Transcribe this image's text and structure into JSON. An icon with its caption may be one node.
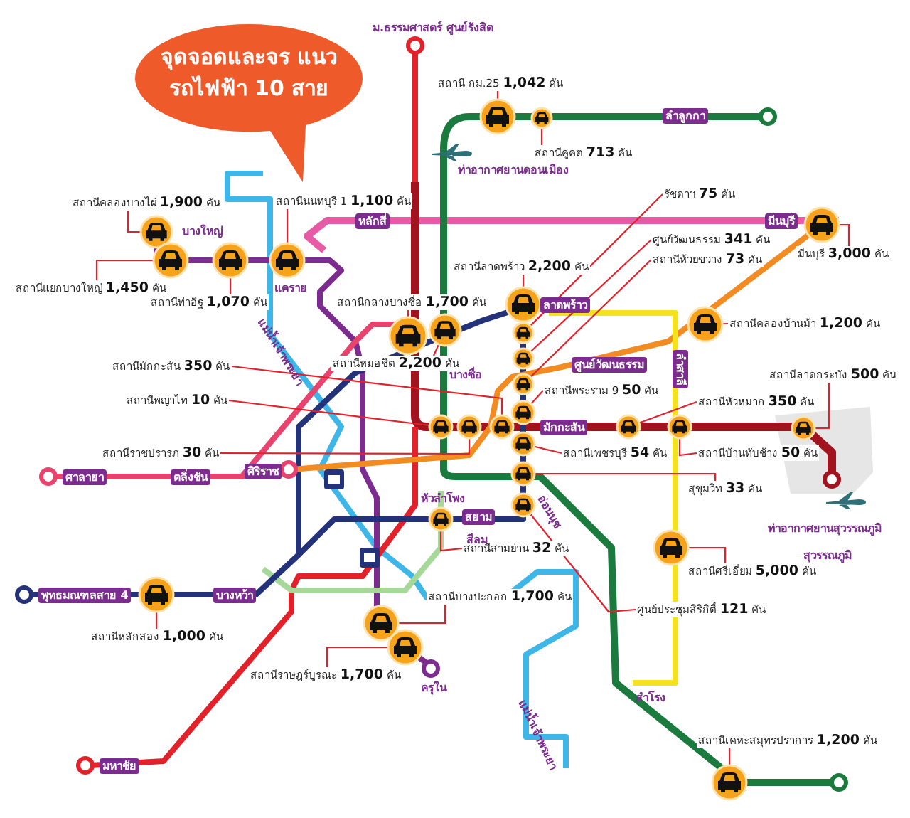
{
  "diagram": {
    "title": "จุดจอดและจร แนวรถไฟฟ้า 10 สาย",
    "nodes": [
      {
        "text": [
          "สถานีคลองบางไผ่ **1,900** คัน"
        ]
      },
      {
        "text": [],
        "shape": "picture"
      },
      {
        "text": [
          "สถานีแยกบางใหญ่ **1,450** คัน"
        ]
      },
      {
        "text": [],
        "shape": "picture"
      },
      {
        "text": [
          "สถานีท่าอิฐ **1,070** คัน"
        ]
      },
      {
        "text": [],
        "shape": "picture"
      },
      {
        "text": [
          "สถานีนนทบุรี 1 **1,100** คัน"
        ]
      },
      {
        "text": [],
        "shape": "picture"
      },
      {
        "text": [
          "สถานี กม.25 **1,042** คัน"
        ]
      },
      {
        "text": [],
        "shape": "picture"
      },
      {
        "text": [
          "สถานีคูคต **713** คัน"
        ]
      },
      {
        "text": [],
        "shape": "picture"
      },
      {
        "text": [
          "รัชดาฯ **75** คัน"
        ]
      },
      {
        "text": [],
        "shape": "picture"
      },
      {
        "text": [
          "ศูนย์วัฒนธรรม **341** คัน"
        ]
      },
      {
        "text": [],
        "shape": "picture"
      },
      {
        "text": [
          "สถานีห้วยขวาง **73** คัน"
        ]
      },
      {
        "text": [],
        "shape": "picture"
      },
      {
        "text": [
          "สถานีลาดพร้าว **2,200** คัน"
        ]
      },
      {
        "text": [],
        "shape": "picture"
      },
      {
        "text": [
          "มีนบุรี **3,000** คัน"
        ]
      },
      {
        "text": [],
        "shape": "picture"
      },
      {
        "text": [
          "สถานีกลางบางซื่อ **1,700** คัน"
        ]
      },
      {
        "text": [],
        "shape": "picture"
      },
      {
        "text": [
          "สถานีหมอชิต **2,200** คัน"
        ]
      },
      {
        "text": [],
        "shape": "picture"
      },
      {
        "text": [
          "สถานีคลองบ้านม้า **1,200** คัน"
        ]
      },
      {
        "text": [],
        "shape": "picture"
      },
      {
        "text": [
          "สถานีลาดกระบัง **500** คัน"
        ]
      },
      {
        "text": [],
        "shape": "picture"
      },
      {
        "text": [
          "สถานีหัวหมาก **350** คัน"
        ]
      },
      {
        "text": [],
        "shape": "picture"
      },
      {
        "text": [
          "สถานีพระราม 9 **50** คัน"
        ]
      },
      {
        "text": [],
        "shape": "picture"
      },
      {
        "text": [
          "สถานีบ้านทับช้าง **50** คัน"
        ]
      },
      {
        "text": [],
        "shape": "picture"
      },
      {
        "text": [
          "สถานีเพชรบุรี **54** คัน"
        ]
      },
      {
        "text": [],
        "shape": "picture"
      },
      {
        "text": [
          "สุขุมวิท **33** คัน"
        ]
      },
      {
        "text": [],
        "shape": "picture"
      },
      {
        "text": [
          "ศูนย์ประชุมสิริกิติ์ **121** คัน"
        ]
      },
      {
        "text": [],
        "shape": "picture"
      },
      {
        "text": [
          "สถานีสามย่าน **32** คัน"
        ]
      },
      {
        "text": [],
        "shape": "picture"
      },
      {
        "text": [
          "สถานีมักกะสัน **350** คัน"
        ]
      },
      {
        "text": [],
        "shape": "picture"
      },
      {
        "text": [
          "สถานีพญาไท **10** คัน"
        ]
      },
      {
        "text": [],
        "shape": "picture"
      },
      {
        "text": [
          "สถานีราชปรารภ **30** คัน"
        ]
      },
      {
        "text": [],
        "shape": "picture"
      },
      {
        "text": [
          "สถานีหลักสอง **1,000** คัน"
        ]
      },
      {
        "text": [],
        "shape": "picture"
      },
      {
        "text": [
          "สถานีบางปะกอก **1,700** คัน"
        ]
      },
      {
        "text": [],
        "shape": "picture"
      },
      {
        "text": [
          "สถานีราษฎร์บูรณะ **1,700** คัน"
        ]
      },
      {
        "text": [],
        "shape": "picture"
      },
      {
        "text": [
          "สถานีศรีเอี่ยม **5,000** คัน"
        ]
      },
      {
        "text": [],
        "shape": "picture"
      },
      {
        "text": [
          "สถานีเคหะสมุทรปราการ **1,200** คัน"
        ]
      },
      {
        "text": [],
        "shape": "picture"
      }
    ],
    "edges": [
      {
        "from": 0,
        "to": 1,
        "arrow": "none"
      },
      {
        "from": 2,
        "to": 3,
        "arrow": "none"
      },
      {
        "from": 4,
        "to": 5,
        "arrow": "none"
      },
      {
        "from": 6,
        "to": 7,
        "arrow": "none"
      },
      {
        "from": 8,
        "to": 9,
        "arrow": "none"
      },
      {
        "from": 10,
        "to": 11,
        "arrow": "none"
      },
      {
        "from": 12,
        "to": 13,
        "arrow": "none"
      },
      {
        "from": 14,
        "to": 15,
        "arrow": "none"
      },
      {
        "from": 16,
        "to": 17,
        "arrow": "none"
      },
      {
        "from": 18,
        "to": 19,
        "arrow": "none"
      },
      {
        "from": 20,
        "to": 21,
        "arrow": "none"
      },
      {
        "from": 22,
        "to": 23,
        "arrow": "none"
      },
      {
        "from": 24,
        "to": 25,
        "arrow": "none"
      },
      {
        "from": 26,
        "to": 27,
        "arrow": "none"
      },
      {
        "from": 28,
        "to": 29,
        "arrow": "none"
      },
      {
        "from": 30,
        "to": 31,
        "arrow": "none"
      },
      {
        "from": 32,
        "to": 33,
        "arrow": "none"
      },
      {
        "from": 34,
        "to": 35,
        "arrow": "none"
      },
      {
        "from": 36,
        "to": 37,
        "arrow": "none"
      },
      {
        "from": 38,
        "to": 39,
        "arrow": "none"
      },
      {
        "from": 40,
        "to": 41,
        "arrow": "none"
      },
      {
        "from": 42,
        "to": 43,
        "arrow": "none"
      },
      {
        "from": 44,
        "to": 45,
        "arrow": "none"
      },
      {
        "from": 46,
        "to": 47,
        "arrow": "none"
      },
      {
        "from": 48,
        "to": 49,
        "arrow": "none"
      },
      {
        "from": 50,
        "to": 51,
        "arrow": "none"
      },
      {
        "from": 52,
        "to": 53,
        "arrow": "none"
      },
      {
        "from": 54,
        "to": 55,
        "arrow": "none"
      },
      {
        "from": 56,
        "to": 57,
        "arrow": "none"
      },
      {
        "from": 58,
        "to": 59,
        "arrow": "none"
      }
    ],
    "labels": [
      "ม.ธรรมศาสตร์ ศูนย์รังสิต",
      "ลำลูกกา",
      "ท่าอากาศยานดอนเมือง",
      "หลักสี่",
      "มีนบุรี",
      "บางใหญ่",
      "แคราย",
      "แม่น้ำเจ้าพระยา",
      "ลาดพร้าว",
      "บางซื่อ",
      "ศูนย์วัฒนธรรม",
      "ลำสาลี",
      "ศาลายา",
      "ตลิ่งชัน",
      "มักกะสัน",
      "ศิริราช",
      "หัวลำโพง",
      "สยาม",
      "อ่อนนุช",
      "ท่าอากาศยานสุวรรณภูมิ",
      "สุวรรณภูมิ",
      "สีลม",
      "พุทธมณฑลสาย 4",
      "บางหว้า",
      "ครุใน",
      "สำโรง",
      "แม่น้ำเจ้าพระยา",
      "มหาชัย"
    ]
  }
}
